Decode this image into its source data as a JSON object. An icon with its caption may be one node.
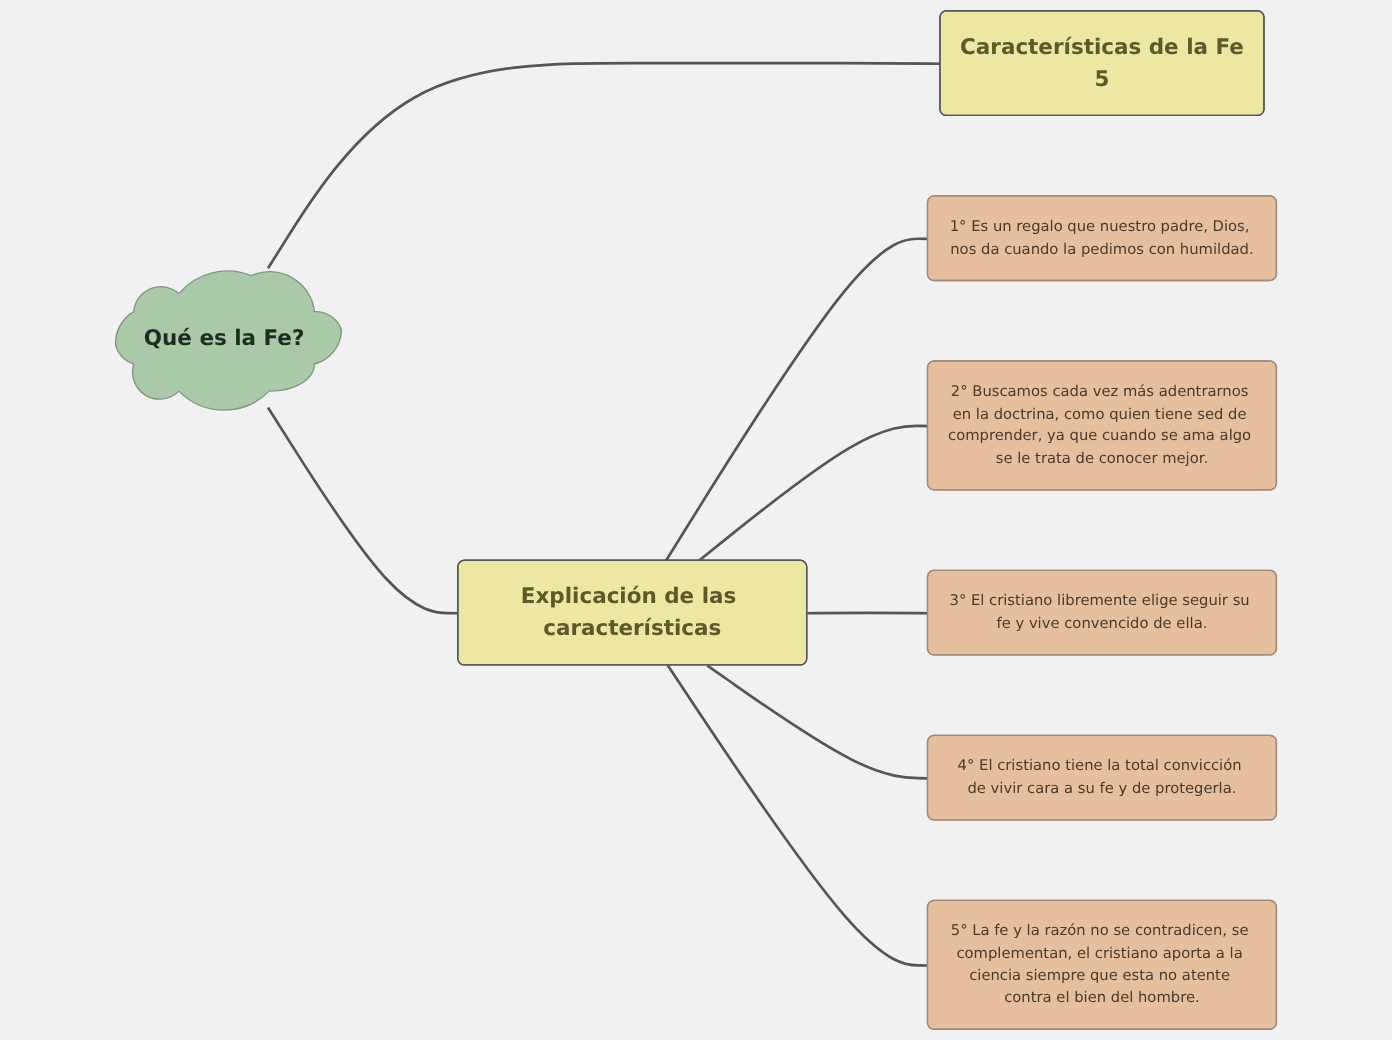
{
  "diagram": {
    "nodes": [
      {
        "text": [
          "Qué es la Fe?"
        ]
      },
      {
        "text": [
          "Características de la Fe",
          "5"
        ]
      },
      {
        "text": [
          "Explicación de las características"
        ]
      },
      {
        "text": [
          "1° Es un regalo que nuestro padre, Dios, nos da cuando la pedimos con humildad."
        ]
      },
      {
        "text": [
          "2° Buscamos cada vez más adentrarnos en la doctrina, como quien tiene sed de comprender, ya que cuando se ama algo se le trata de conocer mejor."
        ]
      },
      {
        "text": [
          "3° El cristiano libremente elige seguir su fe y vive convencido de ella."
        ]
      },
      {
        "text": [
          "4° El cristiano tiene la total convicción de vivir cara a su fe y de protegerla."
        ]
      },
      {
        "text": [
          "5° La fe y la razón no se contradicen, se complementan, el cristiano aporta a la ciencia siempre que esta no atente contra el bien del hombre."
        ]
      }
    ],
    "edges": [
      {
        "from": 0,
        "to": 1,
        "arrow": "none"
      },
      {
        "from": 0,
        "to": 2,
        "arrow": "none"
      },
      {
        "from": 2,
        "to": 3,
        "arrow": "none"
      },
      {
        "from": 2,
        "to": 4,
        "arrow": "none"
      },
      {
        "from": 2,
        "to": 5,
        "arrow": "none"
      },
      {
        "from": 2,
        "to": 6,
        "arrow": "none"
      },
      {
        "from": 2,
        "to": 7,
        "arrow": "none"
      }
    ]
  }
}
